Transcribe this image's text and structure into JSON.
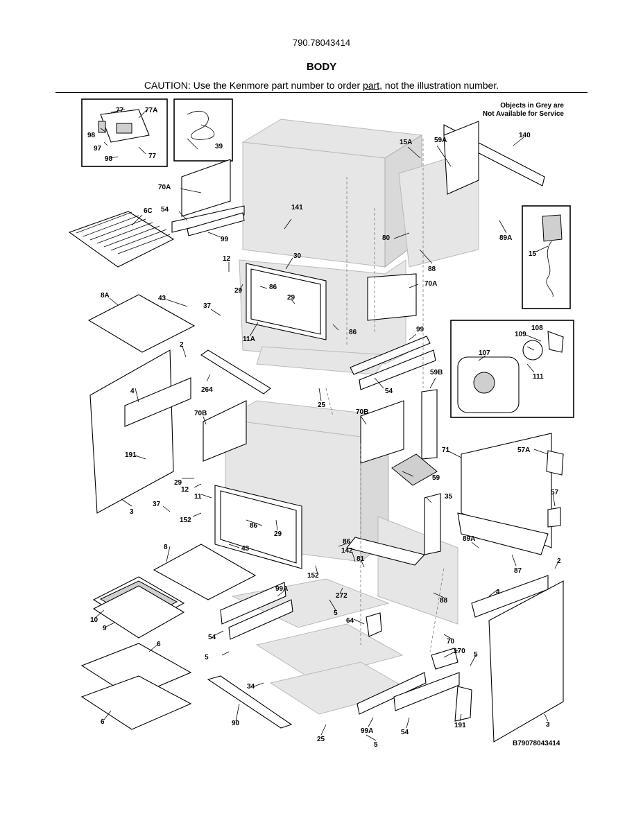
{
  "header": {
    "model": "790.78043414",
    "title": "BODY",
    "caution_before": "CAUTION: Use the Kenmore part number to order ",
    "caution_link": "part",
    "caution_after": ", not the illustration number."
  },
  "note": {
    "line1": "Objects in Grey are",
    "line2": "Not Available for Service"
  },
  "drawing_number": "B79078043414",
  "labels": {
    "p77a": "77",
    "p77b": "77",
    "p77A": "77A",
    "p98a": "98",
    "p98b": "98",
    "p97": "97",
    "p39": "39",
    "p70A_1": "70A",
    "p54_1": "54",
    "p6C": "6C",
    "p99_1": "99",
    "p141": "141",
    "p12_1": "12",
    "p30": "30",
    "p29_1": "29",
    "p86_1": "86",
    "p29_2": "29",
    "p8A": "8A",
    "p43_1": "43",
    "p37_1": "37",
    "p11A": "11A",
    "p86_2": "86",
    "p15A": "15A",
    "p59A": "59A",
    "p140": "140",
    "p80": "80",
    "p88_1": "88",
    "p89A_1": "89A",
    "p15": "15",
    "p70A_2": "70A",
    "p99_2": "99",
    "p54_2": "54",
    "p25_1": "25",
    "p2_1": "2",
    "p4_1": "4",
    "p264": "264",
    "p108": "108",
    "p109": "109",
    "p107": "107",
    "p111": "111",
    "p59B": "59B",
    "p70B_1": "70B",
    "p70B_2": "70B",
    "p191_1": "191",
    "p29_3": "29",
    "p12_2": "12",
    "p11": "11",
    "p3_1": "3",
    "p37_2": "37",
    "p152_1": "152",
    "p86_3": "86",
    "p29_4": "29",
    "p59": "59",
    "p71": "71",
    "p57A": "57A",
    "p57": "57",
    "p35": "35",
    "p8": "8",
    "p43_2": "43",
    "p86_4": "86",
    "p142": "142",
    "p81": "81",
    "p152_2": "152",
    "p99A_1": "99A",
    "p272": "272",
    "p89A_2": "89A",
    "p87": "87",
    "p2_2": "2",
    "p4_2": "4",
    "p88_2": "88",
    "p10": "10",
    "p9": "9",
    "p5_1": "5",
    "p54_3": "54",
    "p64": "64",
    "p70": "70",
    "p6_1": "6",
    "p5_2": "5",
    "p170": "170",
    "p5_3": "5",
    "p34": "34",
    "p6_2": "6",
    "p90": "90",
    "p99A_2": "99A",
    "p54_4": "54",
    "p191_2": "191",
    "p3_2": "3",
    "p25_2": "25",
    "p5_4": "5"
  }
}
